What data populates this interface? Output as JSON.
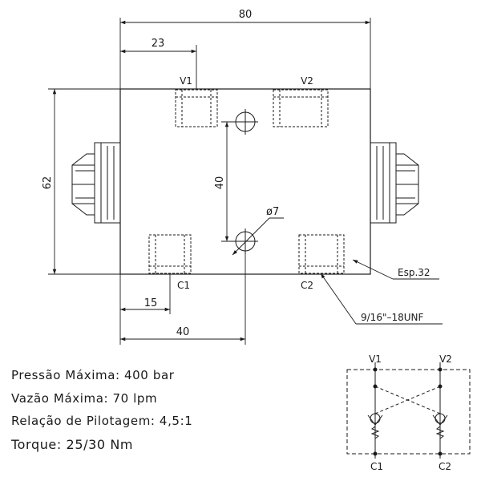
{
  "dimensions": {
    "overall_width": "80",
    "v1_offset": "23",
    "height": "62",
    "hole_spacing": "40",
    "hole_diameter": "ø7",
    "c1_offset": "15",
    "hole_offset": "40"
  },
  "ports": {
    "v1": "V1",
    "v2": "V2",
    "c1": "C1",
    "c2": "C2"
  },
  "notes": {
    "thickness": "Esp.32",
    "thread": "9/16\"–18UNF"
  },
  "specs": [
    "Pressão Máxima: 400 bar",
    "Vazão Máxima: 70 lpm",
    "Relação de Pilotagem: 4,5:1",
    "Torque: 25/30 Nm"
  ],
  "schematic": {
    "v1": "V1",
    "v2": "V2",
    "c1": "C1",
    "c2": "C2"
  }
}
